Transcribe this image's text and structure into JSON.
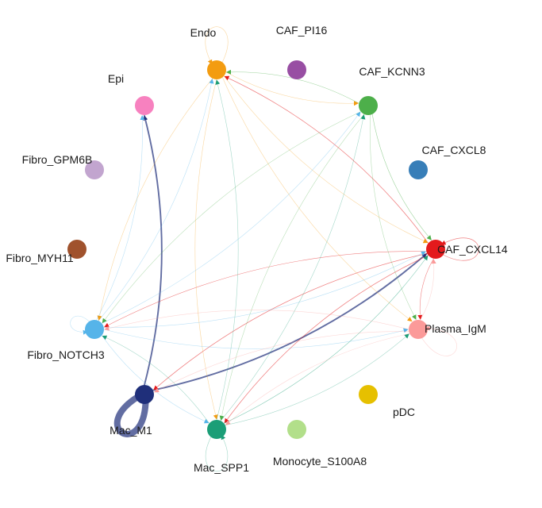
{
  "diagram": {
    "type": "circle-network",
    "nodes": [
      {
        "id": "endo",
        "label": "Endo",
        "color": "#F39C11"
      },
      {
        "id": "caf_pi16",
        "label": "CAF_PI16",
        "color": "#984EA3"
      },
      {
        "id": "caf_kcnn3",
        "label": "CAF_KCNN3",
        "color": "#4DAF4A"
      },
      {
        "id": "caf_cxcl8",
        "label": "CAF_CXCL8",
        "color": "#377EB8"
      },
      {
        "id": "caf_cxcl14",
        "label": "CAF_CXCL14",
        "color": "#E41A1C"
      },
      {
        "id": "plasma_igm",
        "label": "Plasma_IgM",
        "color": "#FB9A99"
      },
      {
        "id": "pdc",
        "label": "pDC",
        "color": "#E6C000"
      },
      {
        "id": "monocyte",
        "label": "Monocyte_S100A8",
        "color": "#B2DF8A"
      },
      {
        "id": "mac_spp1",
        "label": "Mac_SPP1",
        "color": "#1B9E77"
      },
      {
        "id": "mac_m1",
        "label": "Mac_M1",
        "color": "#1F2F7A"
      },
      {
        "id": "fibro_notch3",
        "label": "Fibro_NOTCH3",
        "color": "#56B4E9"
      },
      {
        "id": "fibro_myh11",
        "label": "Fibro_MYH11",
        "color": "#A0522D"
      },
      {
        "id": "fibro_gpm6b",
        "label": "Fibro_GPM6B",
        "color": "#C2A5CF"
      },
      {
        "id": "epi",
        "label": "Epi",
        "color": "#F781BF"
      }
    ],
    "edges": [
      {
        "from": "mac_m1",
        "to": "mac_m1",
        "weight": 8.0
      },
      {
        "from": "mac_m1",
        "to": "epi",
        "weight": 1.9
      },
      {
        "from": "mac_m1",
        "to": "caf_cxcl14",
        "weight": 1.9
      },
      {
        "from": "caf_cxcl14",
        "to": "mac_m1",
        "weight": 0.8
      },
      {
        "from": "caf_cxcl14",
        "to": "caf_cxcl14",
        "weight": 0.7
      },
      {
        "from": "caf_cxcl14",
        "to": "endo",
        "weight": 0.8
      },
      {
        "from": "caf_cxcl14",
        "to": "mac_spp1",
        "weight": 0.8
      },
      {
        "from": "caf_cxcl14",
        "to": "fibro_notch3",
        "weight": 0.6
      },
      {
        "from": "caf_cxcl14",
        "to": "plasma_igm",
        "weight": 0.6
      },
      {
        "from": "caf_kcnn3",
        "to": "endo",
        "weight": 0.6
      },
      {
        "from": "caf_kcnn3",
        "to": "caf_cxcl14",
        "weight": 0.6
      },
      {
        "from": "caf_kcnn3",
        "to": "plasma_igm",
        "weight": 0.5
      },
      {
        "from": "caf_kcnn3",
        "to": "mac_spp1",
        "weight": 0.5
      },
      {
        "from": "caf_kcnn3",
        "to": "fibro_notch3",
        "weight": 0.5
      },
      {
        "from": "endo",
        "to": "endo",
        "weight": 0.5
      },
      {
        "from": "endo",
        "to": "fibro_notch3",
        "weight": 0.4
      },
      {
        "from": "endo",
        "to": "mac_spp1",
        "weight": 0.4
      },
      {
        "from": "endo",
        "to": "plasma_igm",
        "weight": 0.4
      },
      {
        "from": "endo",
        "to": "caf_cxcl14",
        "weight": 0.4
      },
      {
        "from": "endo",
        "to": "caf_kcnn3",
        "weight": 0.4
      },
      {
        "from": "mac_spp1",
        "to": "mac_spp1",
        "weight": 0.5
      },
      {
        "from": "mac_spp1",
        "to": "endo",
        "weight": 0.5
      },
      {
        "from": "mac_spp1",
        "to": "caf_cxcl14",
        "weight": 0.6
      },
      {
        "from": "mac_spp1",
        "to": "fibro_notch3",
        "weight": 0.5
      },
      {
        "from": "mac_spp1",
        "to": "plasma_igm",
        "weight": 0.5
      },
      {
        "from": "mac_spp1",
        "to": "caf_kcnn3",
        "weight": 0.5
      },
      {
        "from": "fibro_notch3",
        "to": "fibro_notch3",
        "weight": 0.4
      },
      {
        "from": "fibro_notch3",
        "to": "endo",
        "weight": 0.4
      },
      {
        "from": "fibro_notch3",
        "to": "caf_cxcl14",
        "weight": 0.4
      },
      {
        "from": "fibro_notch3",
        "to": "epi",
        "weight": 0.4
      },
      {
        "from": "fibro_notch3",
        "to": "mac_spp1",
        "weight": 0.4
      },
      {
        "from": "fibro_notch3",
        "to": "plasma_igm",
        "weight": 0.4
      },
      {
        "from": "fibro_notch3",
        "to": "caf_kcnn3",
        "weight": 0.4
      },
      {
        "from": "plasma_igm",
        "to": "plasma_igm",
        "weight": 0.4
      },
      {
        "from": "plasma_igm",
        "to": "caf_cxcl14",
        "weight": 0.4
      },
      {
        "from": "plasma_igm",
        "to": "mac_m1",
        "weight": 0.4
      },
      {
        "from": "plasma_igm",
        "to": "fibro_notch3",
        "weight": 0.4
      },
      {
        "from": "plasma_igm",
        "to": "mac_spp1",
        "weight": 0.4
      }
    ]
  }
}
